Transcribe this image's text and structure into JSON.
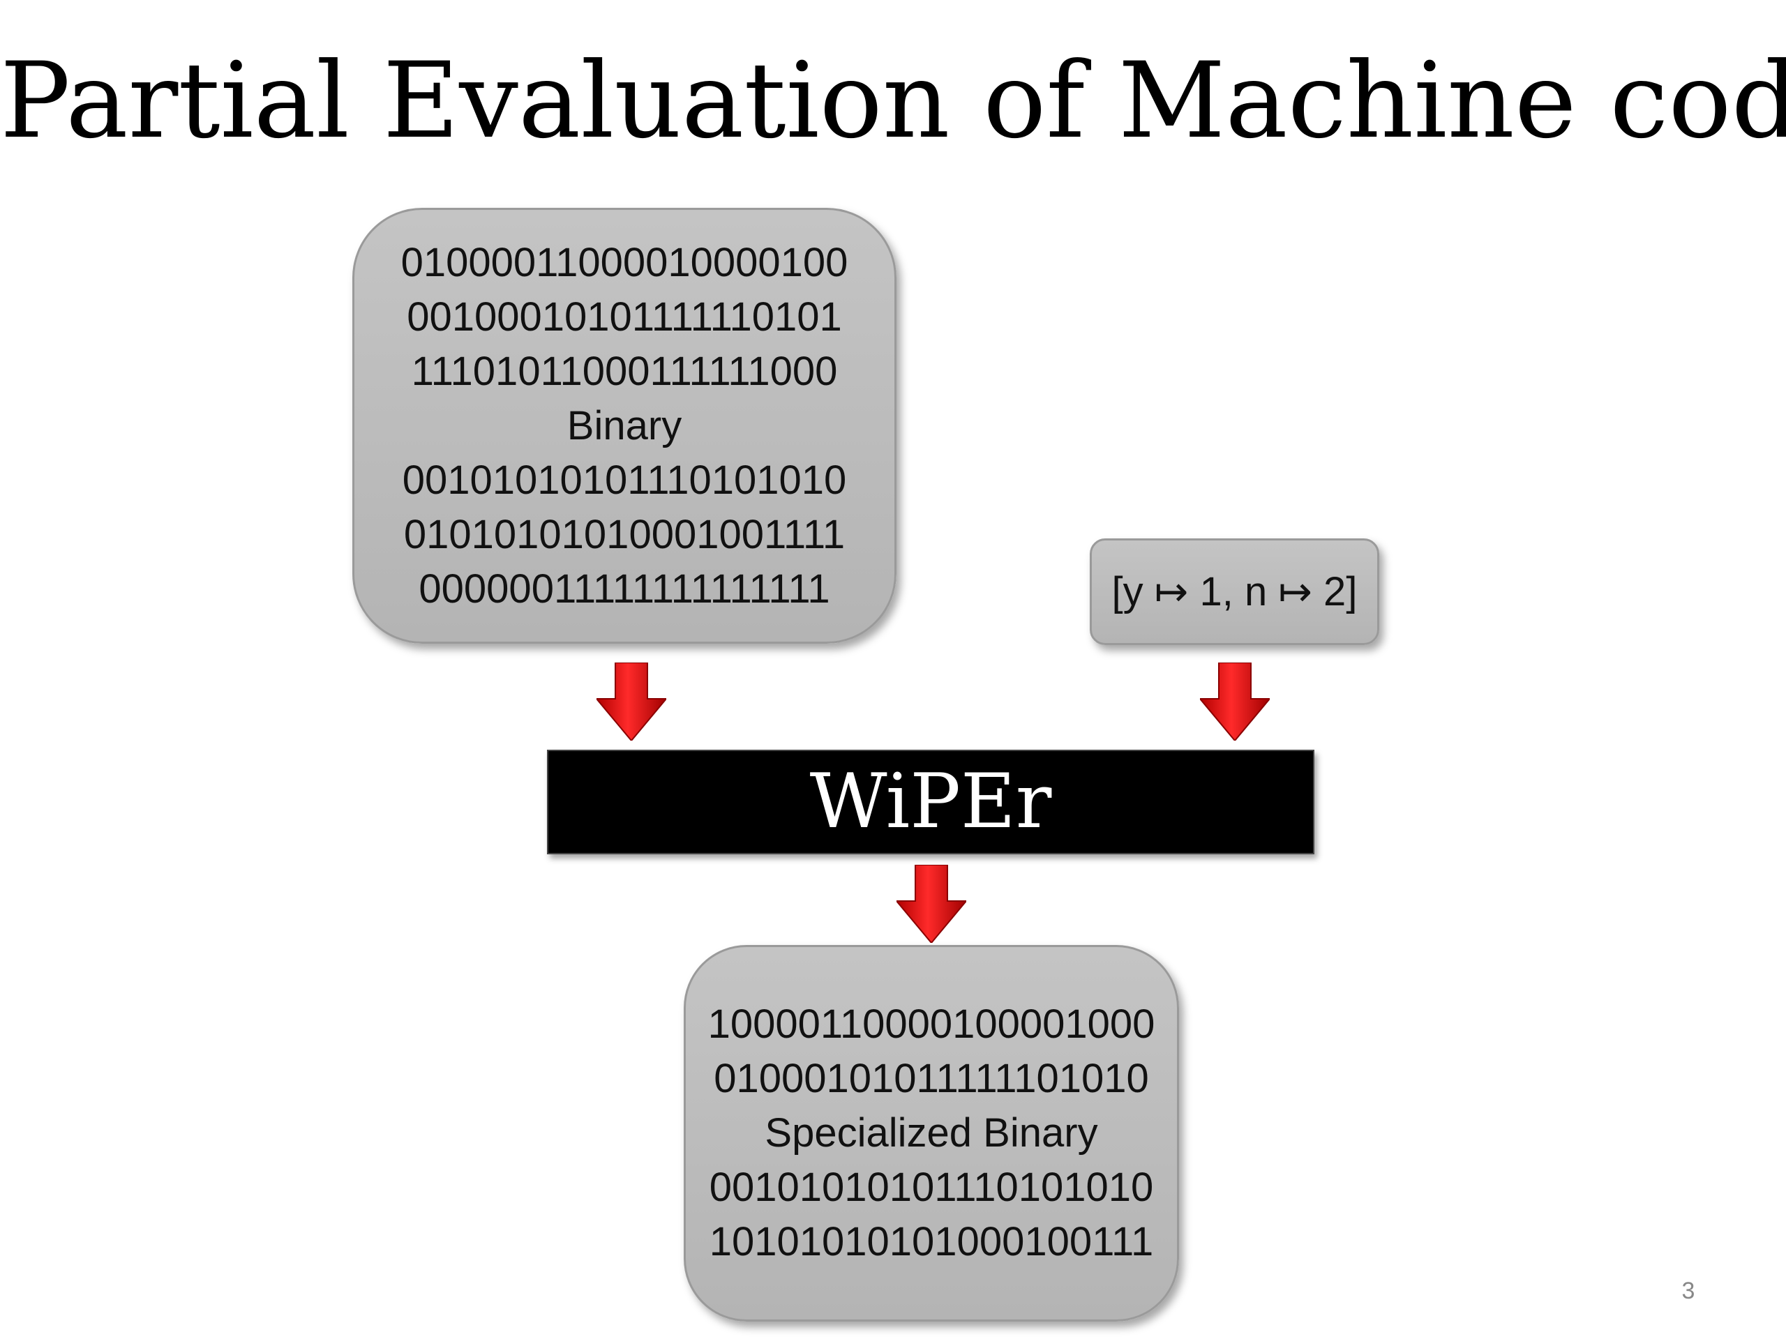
{
  "slide": {
    "title": "Partial Evaluation of Machine code",
    "page_number": "3"
  },
  "binary_box": {
    "lines": [
      "01000011000010000100",
      "00100010101111110101",
      "11101011000111111000",
      "Binary",
      "00101010101110101010",
      "01010101010001001111",
      "00000011111111111111"
    ]
  },
  "env_box": {
    "label": "[y ↦ 1, n ↦ 2]"
  },
  "wiper_box": {
    "label": "WiPEr"
  },
  "specialized_box": {
    "lines": [
      "10000110000100001000",
      "01000101011111101010",
      "Specialized Binary",
      "00101010101110101010",
      "10101010101000100111"
    ]
  },
  "colors": {
    "arrow": "#e00000",
    "box_fill": "#bdbdbd",
    "wiper_fill": "#000000"
  }
}
